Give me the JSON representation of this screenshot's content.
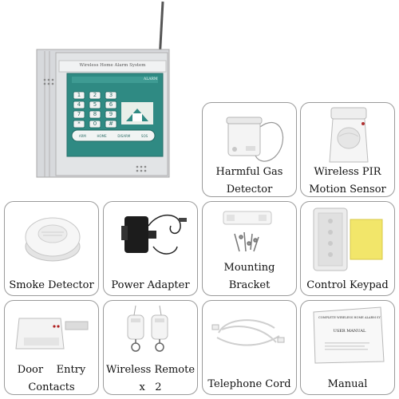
{
  "main_unit": {
    "panel_title": "Wireless Home Alarm System",
    "panel_brand": "ALARM",
    "keys": [
      "1",
      "2",
      "3",
      "4",
      "5",
      "6",
      "7",
      "8",
      "9",
      "*",
      "0",
      "#"
    ],
    "func_keys": [
      "ARM",
      "HOME",
      "DISARM",
      "SOS"
    ]
  },
  "items": [
    {
      "caption": [
        "Harmful Gas",
        "Detector"
      ]
    },
    {
      "caption": [
        "Wireless PIR",
        "Motion Sensor"
      ]
    },
    {
      "caption": [
        "Smoke Detector"
      ]
    },
    {
      "caption": [
        "Power Adapter"
      ]
    },
    {
      "caption": [
        "Mounting",
        "Bracket"
      ]
    },
    {
      "caption": [
        "Control Keypad"
      ]
    },
    {
      "caption": [
        "Door    Entry",
        "Contacts"
      ]
    },
    {
      "caption": [
        "Wireless Remote",
        "x   2"
      ]
    },
    {
      "caption": [
        "Telephone Cord"
      ]
    },
    {
      "caption": [
        "Manual"
      ]
    }
  ],
  "manual_cover": {
    "title": "COMPLETE WIRELESS HOME ALARM SYSTEM",
    "subtitle": "USER MANUAL"
  }
}
